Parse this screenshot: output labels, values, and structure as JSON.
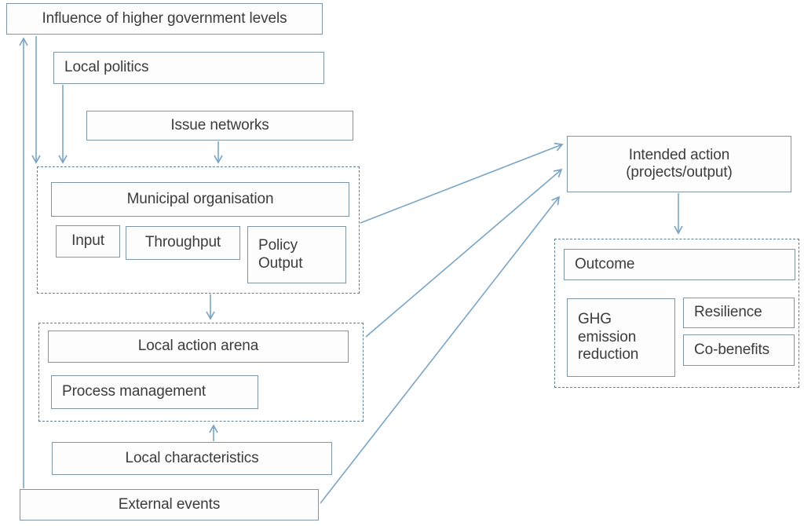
{
  "diagram": {
    "colors": {
      "box_border": "#7e96a8",
      "dashed_border": "#5f7f93",
      "arrow": "#7aa5c6",
      "text": "#3c3c3c",
      "background": "#ffffff"
    },
    "nodes": {
      "influence": {
        "label": "Influence of higher government levels"
      },
      "local_politics": {
        "label": "Local politics"
      },
      "issue_networks": {
        "label": "Issue networks"
      },
      "municipal_organisation": {
        "label": "Municipal organisation"
      },
      "input": {
        "label": "Input"
      },
      "throughput": {
        "label": "Throughput"
      },
      "policy_output": {
        "label": "Policy Output"
      },
      "local_action_arena": {
        "label": "Local action arena"
      },
      "process_management": {
        "label": "Process management"
      },
      "local_characteristics": {
        "label": "Local characteristics"
      },
      "external_events": {
        "label": "External events"
      },
      "intended_action": {
        "label": "Intended action",
        "sublabel": "(projects/output)"
      },
      "outcome": {
        "label": "Outcome"
      },
      "ghg_emission_reduction": {
        "label": "GHG emission reduction"
      },
      "resilience": {
        "label": "Resilience"
      },
      "co_benefits": {
        "label": "Co-benefits"
      }
    },
    "edges": [
      {
        "from": "external_events",
        "to": "influence",
        "style": "feedback-up"
      },
      {
        "from": "influence",
        "to": "municipal_organisation_group",
        "style": "down"
      },
      {
        "from": "local_politics",
        "to": "municipal_organisation_group",
        "style": "down"
      },
      {
        "from": "issue_networks",
        "to": "municipal_organisation_group",
        "style": "down"
      },
      {
        "from": "municipal_organisation_group",
        "to": "local_action_arena_group",
        "style": "down"
      },
      {
        "from": "local_characteristics",
        "to": "local_action_arena_group",
        "style": "up"
      },
      {
        "from": "municipal_organisation_group",
        "to": "intended_action",
        "style": "diagonal"
      },
      {
        "from": "local_action_arena_group",
        "to": "intended_action",
        "style": "diagonal"
      },
      {
        "from": "external_events",
        "to": "intended_action",
        "style": "diagonal"
      },
      {
        "from": "intended_action",
        "to": "outcome_group",
        "style": "down"
      }
    ]
  }
}
